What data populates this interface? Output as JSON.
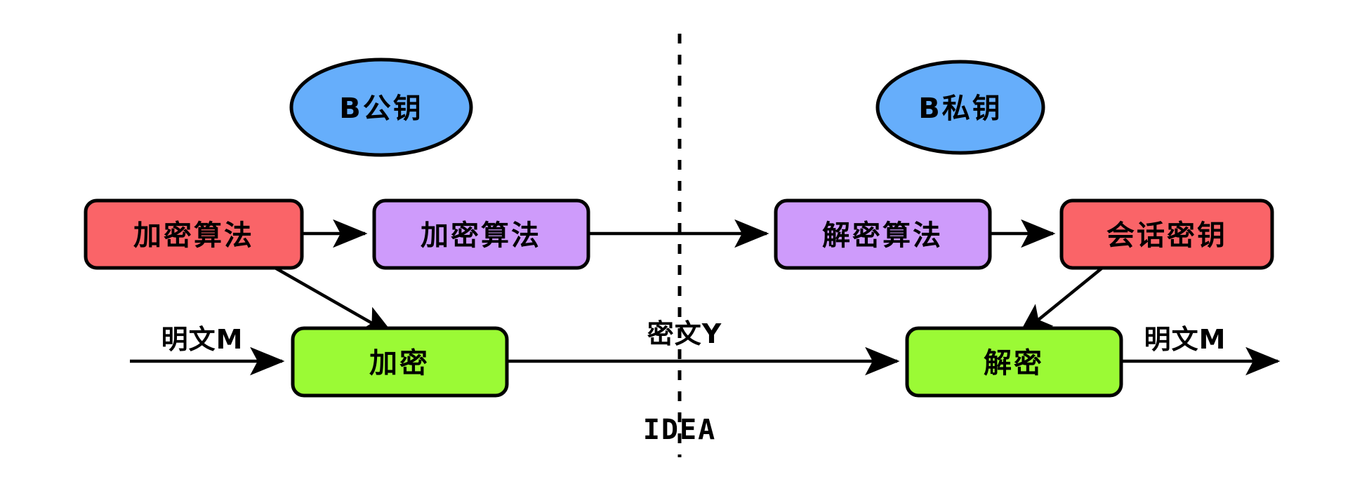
{
  "diagram": {
    "title_caption": "IDEA",
    "colors": {
      "key_ellipse_fill": "#66AEFB",
      "algorithm_source_fill": "#FA6468",
      "algorithm_target_fill": "#CE9BFB",
      "process_fill": "#9BFA35",
      "stroke": "#000000",
      "background": "#FFFFFF"
    },
    "keys": {
      "public_key": "B公钥",
      "private_key": "B私钥"
    },
    "boxes": {
      "encrypt_algorithm_red": "加密算法",
      "encrypt_algorithm_purple": "加密算法",
      "decrypt_algorithm_purple": "解密算法",
      "session_key_red": "会话密钥",
      "encrypt_process": "加密",
      "decrypt_process": "解密"
    },
    "flow_labels": {
      "plaintext_in": "明文M",
      "ciphertext_middle": "密文Y",
      "plaintext_out": "明文M"
    },
    "divider": {
      "caption": "IDEA"
    }
  }
}
